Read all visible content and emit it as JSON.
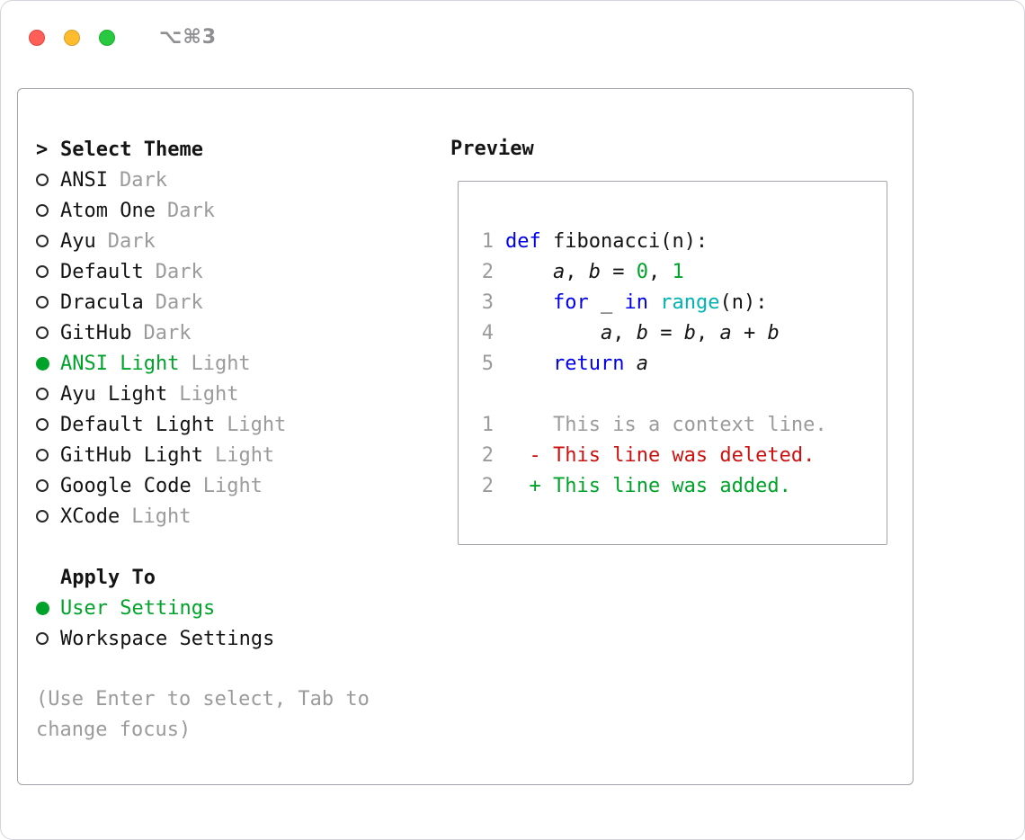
{
  "window": {
    "shortcut": "⌥⌘3",
    "traffic_lights": [
      "close",
      "minimize",
      "zoom"
    ]
  },
  "theme_selector": {
    "prefix": ">",
    "title": "Select Theme",
    "items": [
      {
        "name": "ANSI",
        "variant": "Dark",
        "selected": false
      },
      {
        "name": "Atom One",
        "variant": "Dark",
        "selected": false
      },
      {
        "name": "Ayu",
        "variant": "Dark",
        "selected": false
      },
      {
        "name": "Default",
        "variant": "Dark",
        "selected": false
      },
      {
        "name": "Dracula",
        "variant": "Dark",
        "selected": false
      },
      {
        "name": "GitHub",
        "variant": "Dark",
        "selected": false
      },
      {
        "name": "ANSI Light",
        "variant": "Light",
        "selected": true
      },
      {
        "name": "Ayu Light",
        "variant": "Light",
        "selected": false
      },
      {
        "name": "Default Light",
        "variant": "Light",
        "selected": false
      },
      {
        "name": "GitHub Light",
        "variant": "Light",
        "selected": false
      },
      {
        "name": "Google Code",
        "variant": "Light",
        "selected": false
      },
      {
        "name": "XCode",
        "variant": "Light",
        "selected": false
      }
    ]
  },
  "apply_to": {
    "title": "Apply To",
    "options": [
      {
        "name": "User Settings",
        "selected": true
      },
      {
        "name": "Workspace Settings",
        "selected": false
      }
    ]
  },
  "hint": "(Use Enter to select, Tab to change focus)",
  "preview": {
    "title": "Preview",
    "code_lines": [
      {
        "num": "1",
        "tokens": [
          [
            "kw",
            "def"
          ],
          [
            "plain",
            " fibonacci(n):"
          ]
        ]
      },
      {
        "num": "2",
        "tokens": [
          [
            "plain",
            "    "
          ],
          [
            "var",
            "a"
          ],
          [
            "plain",
            ", "
          ],
          [
            "var",
            "b"
          ],
          [
            "plain",
            " = "
          ],
          [
            "num",
            "0"
          ],
          [
            "plain",
            ", "
          ],
          [
            "num",
            "1"
          ]
        ]
      },
      {
        "num": "3",
        "tokens": [
          [
            "plain",
            "    "
          ],
          [
            "kw",
            "for"
          ],
          [
            "plain",
            " _ "
          ],
          [
            "kw",
            "in"
          ],
          [
            "plain",
            " "
          ],
          [
            "fn",
            "range"
          ],
          [
            "plain",
            "(n):"
          ]
        ]
      },
      {
        "num": "4",
        "tokens": [
          [
            "plain",
            "        "
          ],
          [
            "var",
            "a"
          ],
          [
            "plain",
            ", "
          ],
          [
            "var",
            "b"
          ],
          [
            "plain",
            " = "
          ],
          [
            "var",
            "b"
          ],
          [
            "plain",
            ", "
          ],
          [
            "var",
            "a"
          ],
          [
            "plain",
            " + "
          ],
          [
            "var",
            "b"
          ]
        ]
      },
      {
        "num": "5",
        "tokens": [
          [
            "plain",
            "    "
          ],
          [
            "kw",
            "return"
          ],
          [
            "plain",
            " "
          ],
          [
            "var",
            "a"
          ]
        ]
      }
    ],
    "diff_lines": [
      {
        "num": "1",
        "kind": "context",
        "text": "    This is a context line."
      },
      {
        "num": "2",
        "kind": "deleted",
        "text": "  - This line was deleted."
      },
      {
        "num": "2",
        "kind": "added",
        "text": "  + This line was added."
      }
    ]
  },
  "colors": {
    "keyword": "#0000ee",
    "builtin": "#00b3b3",
    "number": "#00a32a",
    "selected": "#00a32a",
    "added": "#00a32a",
    "deleted": "#cc1111",
    "muted": "#9b9b9b",
    "text": "#141414",
    "panel-border": "#a3a3ab",
    "window-border": "#d4d4dc",
    "shortcut": "#8e8e93",
    "light-red": "#ff5f57",
    "light-yellow": "#febc2e",
    "light-green": "#28c840"
  }
}
